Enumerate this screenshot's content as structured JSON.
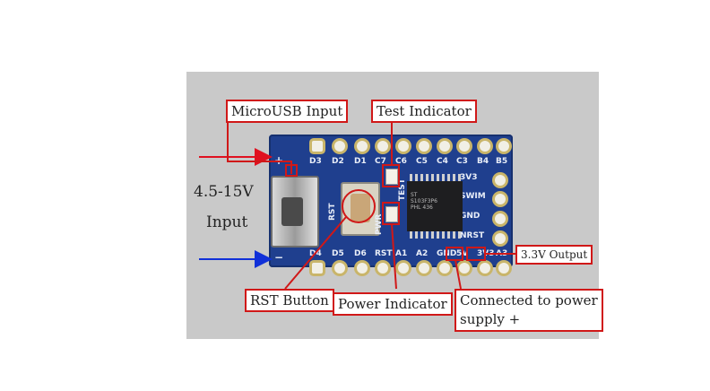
{
  "labels": {
    "microusb": "MicroUSB Input",
    "test": "Test Indicator",
    "voltage_line1": "4.5-15V",
    "voltage_line2": "Input",
    "rst": "RST Button",
    "power": "Power Indicator",
    "connected_line1": "Connected to power",
    "connected_line2": "supply +",
    "out33": "3.3V Output"
  },
  "board": {
    "top_pins": [
      "D3",
      "D2",
      "D1",
      "C7",
      "C6",
      "C5",
      "C4",
      "C3",
      "B4",
      "B5"
    ],
    "bottom_pins": [
      "D4",
      "D5",
      "D6",
      "RST",
      "A1",
      "A2",
      "GND",
      "5V",
      "3V3",
      "A3"
    ],
    "right_pins": [
      "3V3",
      "SWIM",
      "GND",
      "NRST"
    ],
    "silk_rst": "RST",
    "silk_test": "TEST",
    "silk_pwr": "PWR",
    "plus": "+",
    "minus": "−",
    "chip_text": "ST\nS103F3P6\nPHL 436"
  },
  "colors": {
    "accent": "#d01818",
    "arrow_plus": "#e01020",
    "arrow_minus": "#1030d8",
    "board": "#1f3f8e"
  }
}
